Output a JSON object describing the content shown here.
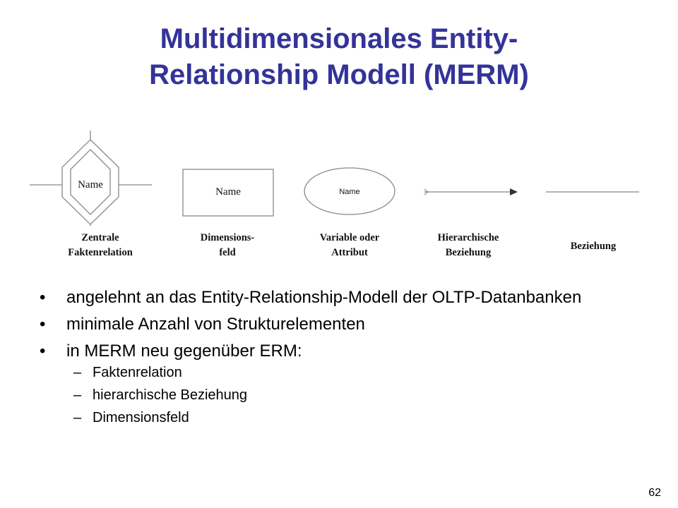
{
  "slide": {
    "title_line1": "Multidimensionales Entity-",
    "title_line2": "Relationship Modell (MERM)",
    "page_number": "62"
  },
  "legend": {
    "items": [
      {
        "inner_text": "Name",
        "caption_line1": "Zentrale",
        "caption_line2": "Faktenrelation",
        "shape": "diamond"
      },
      {
        "inner_text": "Name",
        "caption_line1": "Dimensions-",
        "caption_line2": "feld",
        "shape": "rectangle"
      },
      {
        "inner_text": "Name",
        "caption_line1": "Variable oder",
        "caption_line2": "Attribut",
        "shape": "ellipse"
      },
      {
        "caption_line1": "Hierarchische",
        "caption_line2": "Beziehung",
        "shape": "arrow"
      },
      {
        "caption_line1": "Beziehung",
        "shape": "line"
      }
    ]
  },
  "bullets": [
    {
      "text": "angelehnt an das Entity-Relationship-Modell der OLTP-Datanbanken"
    },
    {
      "text": "minimale Anzahl von Strukturelementen"
    },
    {
      "text": "in MERM neu gegenüber ERM:"
    }
  ],
  "sub_bullets": [
    {
      "text": "Faktenrelation"
    },
    {
      "text": "hierarchische Beziehung"
    },
    {
      "text": "Dimensionsfeld"
    }
  ],
  "markers": {
    "bullet": "•",
    "dash": "–"
  },
  "colors": {
    "title": "#333399",
    "shape_stroke": "#888888"
  }
}
